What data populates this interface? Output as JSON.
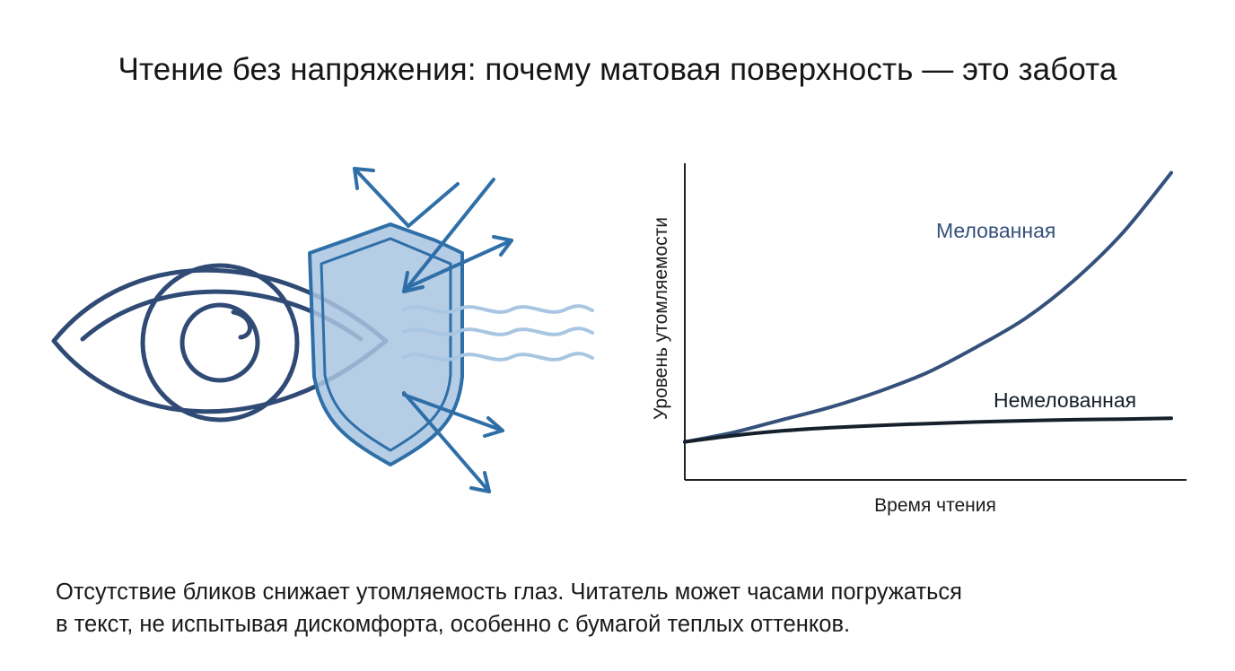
{
  "title": "Чтение без напряжения: почему матовая поверхность — это забота",
  "colors": {
    "dark_blue": "#2f4a74",
    "mid_blue": "#2f6fa8",
    "shield_fill": "#a9c4e2",
    "wave_blue": "#a8c6e2",
    "black_line": "#15202b"
  },
  "illustration": {
    "icons": [
      "eye-icon",
      "shield-icon",
      "reflection-arrow-icon",
      "light-wave-icon"
    ]
  },
  "chart_data": {
    "type": "line",
    "xlabel": "Время чтения",
    "ylabel": "Уровень утомляемости",
    "xlim": [
      0,
      1
    ],
    "ylim": [
      0,
      1
    ],
    "grid": false,
    "series": [
      {
        "name": "Мелованная",
        "color": "#34507b",
        "x": [
          0,
          0.1,
          0.2,
          0.3,
          0.4,
          0.5,
          0.6,
          0.7,
          0.8,
          0.9,
          1.0
        ],
        "y": [
          0.12,
          0.15,
          0.19,
          0.23,
          0.28,
          0.34,
          0.42,
          0.51,
          0.63,
          0.78,
          0.97
        ]
      },
      {
        "name": "Немелованная",
        "color": "#15202b",
        "x": [
          0,
          0.1,
          0.2,
          0.3,
          0.4,
          0.5,
          0.6,
          0.7,
          0.8,
          0.9,
          1.0
        ],
        "y": [
          0.12,
          0.14,
          0.155,
          0.165,
          0.172,
          0.178,
          0.183,
          0.187,
          0.19,
          0.192,
          0.195
        ]
      }
    ]
  },
  "caption": {
    "line1": "Отсутствие бликов снижает утомляемость глаз. Читатель может часами погружаться",
    "line2": "в текст, не испытывая дискомфорта, особенно с бумагой теплых оттенков."
  }
}
